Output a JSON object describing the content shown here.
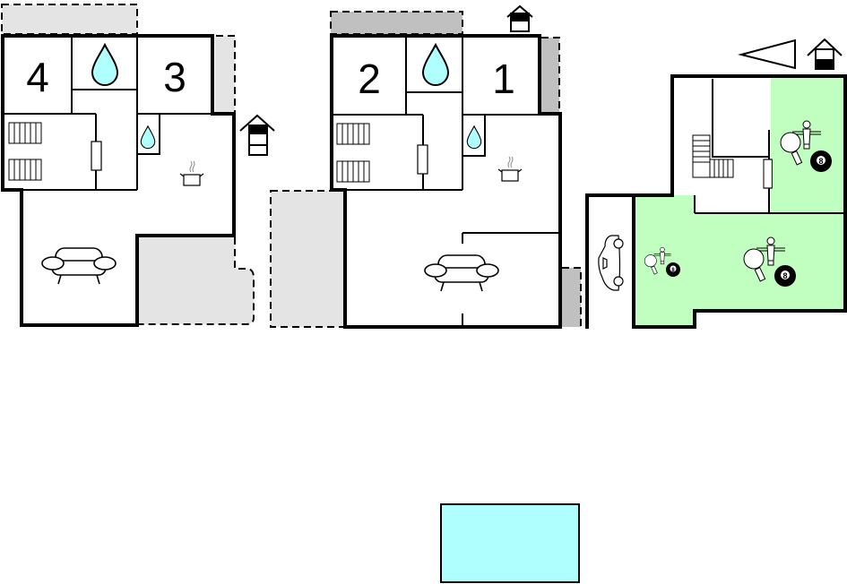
{
  "plans": {
    "plan_a": {
      "rooms": [
        {
          "label": "4"
        },
        {
          "label": "3"
        }
      ]
    },
    "plan_b": {
      "rooms": [
        {
          "label": "2"
        },
        {
          "label": "1"
        }
      ]
    },
    "plan_c": {
      "billiard_label": "8"
    }
  },
  "colors": {
    "water": "#b0ffff",
    "activity_room": "#c0ffc0",
    "terrace_light": "#e4e4e4",
    "terrace_dark": "#c0c0c0",
    "pool": "#b0ffff"
  },
  "icons": [
    "bathroom-drop-icon",
    "bed-icon",
    "wardrobe-icon",
    "kitchen-pot-icon",
    "sofa-icon",
    "house-entrance-icon",
    "car-icon",
    "table-football-icon",
    "table-tennis-icon",
    "billiard-ball-icon",
    "north-arrow-icon",
    "stairs-icon"
  ]
}
